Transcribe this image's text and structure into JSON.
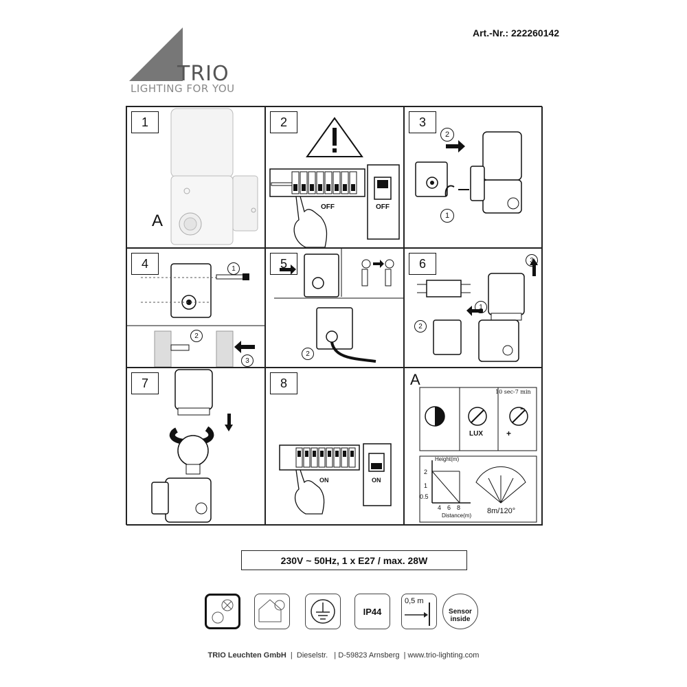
{
  "header": {
    "article_number": "Art.-Nr.: 222260142",
    "brand": "TRIO",
    "tagline": "LIGHTING FOR YOU"
  },
  "steps": [
    {
      "number": "1",
      "label": "A"
    },
    {
      "number": "2",
      "switch_label_1": "OFF",
      "switch_label_2": "OFF"
    },
    {
      "number": "3",
      "callout_1": "1",
      "callout_2": "2"
    },
    {
      "number": "4",
      "callout_1": "1",
      "callout_2": "2",
      "callout_3": "3"
    },
    {
      "number": "5",
      "callout_1": "2"
    },
    {
      "number": "6",
      "callout_1": "1",
      "callout_2": "2",
      "callout_3": "3"
    },
    {
      "number": "7"
    },
    {
      "number": "8",
      "switch_label_1": "ON",
      "switch_label_2": "ON"
    }
  ],
  "panel_a": {
    "label": "A",
    "timer": "10 sec-7 min",
    "lux": "LUX",
    "plus": "+",
    "minus": "−",
    "height_label": "Height(m)",
    "distance_label": "Distance(m)",
    "y_ticks": [
      "2",
      "1",
      "0.5"
    ],
    "x_ticks": [
      "4",
      "6",
      "8"
    ],
    "range": "8m/120°"
  },
  "spec_line": "230V ~ 50Hz, 1 x E27 / max. 28W",
  "icons": [
    {
      "name": "protection-class-icon"
    },
    {
      "name": "led-bulb-icon"
    },
    {
      "name": "earth-ground-icon"
    },
    {
      "name": "ip-rating-icon",
      "text": "IP44"
    },
    {
      "name": "min-distance-icon",
      "text": "0,5 m"
    },
    {
      "name": "sensor-inside-icon",
      "text_1": "Sensor",
      "text_2": "inside"
    }
  ],
  "footer": {
    "company": "TRIO Leuchten GmbH",
    "street": "Dieselstr.",
    "city": "D-59823 Arnsberg",
    "web": "www.trio-lighting.com"
  }
}
